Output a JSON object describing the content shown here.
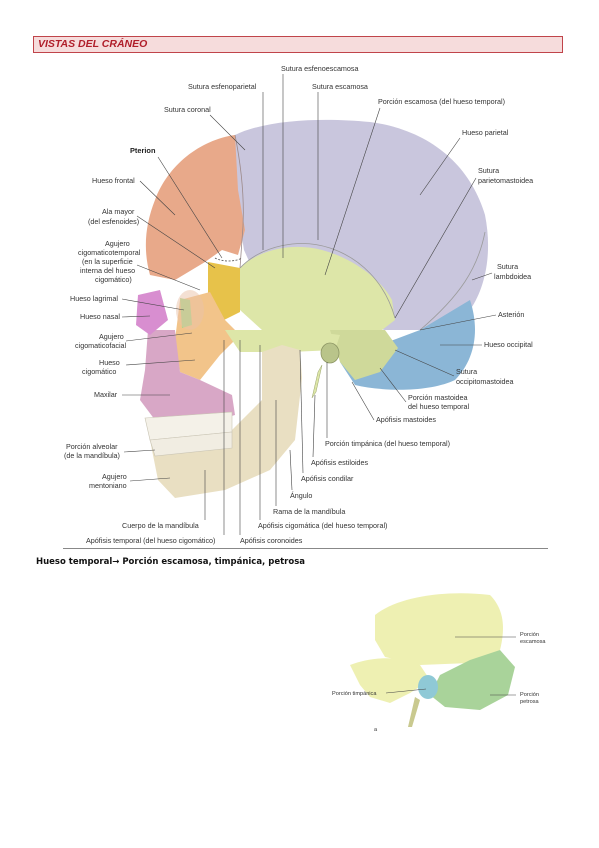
{
  "title": "VISTAS DEL CRÁNEO",
  "skull_labels": {
    "sutura_esfenoescamosa": "Sutura esfenoescamosa",
    "sutura_esfenoparietal": "Sutura esfenoparietal",
    "sutura_escamosa": "Sutura escamosa",
    "sutura_coronal": "Sutura coronal",
    "porcion_escamosa": "Porción escamosa (del hueso temporal)",
    "hueso_parietal": "Hueso parietal",
    "pterion": "Pterion",
    "sutura_parietomastoidea_1": "Sutura",
    "sutura_parietomastoidea_2": "parietomastoidea",
    "hueso_frontal": "Hueso frontal",
    "ala_mayor_1": "Ala mayor",
    "ala_mayor_2": "(del esfenoides)",
    "agujero_cigt_1": "Agujero",
    "agujero_cigt_2": "cigomaticotemporal",
    "agujero_cigt_3": "(en la superficie",
    "agujero_cigt_4": "interna del hueso",
    "agujero_cigt_5": "cigomático)",
    "sutura_lambdoidea_1": "Sutura",
    "sutura_lambdoidea_2": "lambdoidea",
    "hueso_lagrimal": "Hueso lagrimal",
    "asterion": "Asterión",
    "hueso_nasal": "Hueso nasal",
    "agujero_cigf_1": "Agujero",
    "agujero_cigf_2": "cigomaticofacial",
    "hueso_occipital": "Hueso occipital",
    "hueso_cigomatico_1": "Hueso",
    "hueso_cigomatico_2": "cigomático",
    "sutura_occipitomastoidea_1": "Sutura",
    "sutura_occipitomastoidea_2": "occipitomastoidea",
    "maxilar": "Maxilar",
    "porcion_mastoidea_1": "Porción mastoidea",
    "porcion_mastoidea_2": "del hueso temporal",
    "apofisis_mastoides": "Apófisis mastoides",
    "porcion_timpanica": "Porción timpánica (del hueso temporal)",
    "porcion_alveolar_1": "Porción alveolar",
    "porcion_alveolar_2": "(de la mandíbula)",
    "apofisis_estiloides": "Apófisis estiloides",
    "agujero_mentoniano_1": "Agujero",
    "agujero_mentoniano_2": "mentoniano",
    "apofisis_condilar": "Apófisis condilar",
    "angulo": "Ángulo",
    "rama_mandibula": "Rama de la mandíbula",
    "cuerpo_mandibula": "Cuerpo de la mandíbula",
    "apofisis_cigomatica": "Apófisis cigomática (del hueso temporal)",
    "apofisis_temporal": "Apófisis temporal (del hueso cigomático)",
    "apofisis_coronoides": "Apófisis coronoides"
  },
  "caption": "Hueso temporal→ Porción escamosa, timpánica, petrosa",
  "temporal_labels": {
    "escamosa_1": "Porción",
    "escamosa_2": "escamosa",
    "timpanica": "Porción timpánica",
    "petrosa_1": "Porción",
    "petrosa_2": "petrosa",
    "figure_letter": "a"
  },
  "colors": {
    "title_text": "#b01e2a",
    "title_bg": "#f6dcdc",
    "frontal": "#e8a98a",
    "parietal": "#c9c6dd",
    "temporal": "#dde6a8",
    "occipital": "#8bb6d6",
    "sphenoid": "#e7c24a",
    "zygomatic": "#f2c48a",
    "maxilla": "#d8a7c6",
    "mandible": "#e9dfc2",
    "petrosa": "#a9d39a"
  }
}
